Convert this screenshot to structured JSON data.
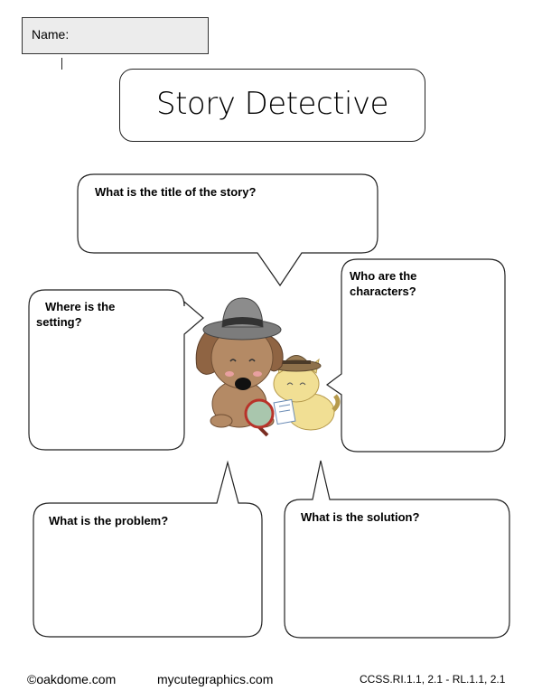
{
  "name_field": {
    "label": "Name:"
  },
  "title": "Story Detective",
  "questions": {
    "title": "What is the title of the story?",
    "characters": "Who are the characters?",
    "setting": "Where is the setting?",
    "problem": "What is the problem?",
    "solution": "What is the solution?"
  },
  "illustration": {
    "icon": "detective-dog-and-cat-icon"
  },
  "footer": {
    "left": "©oakdome.com",
    "center": "mycutegraphics.com",
    "right": "CCSS.RI.1.1, 2.1 - RL.1.1, 2.1"
  }
}
